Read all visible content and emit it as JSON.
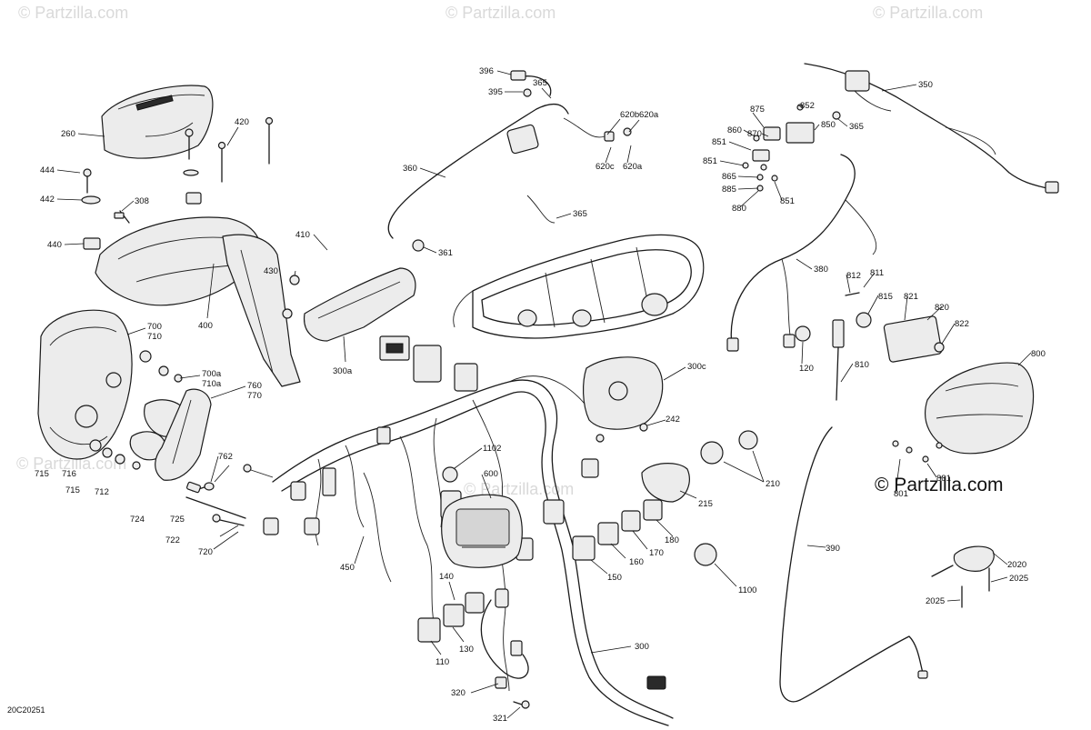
{
  "watermarks": [
    "© Partzilla.com",
    "© Partzilla.com",
    "© Partzilla.com",
    "© Partzilla.com",
    "© Partzilla.com"
  ],
  "brand_mark": "© Partzilla.com",
  "diagram_code": "20C20251",
  "callouts": [
    {
      "id": "c-396",
      "label": "396"
    },
    {
      "id": "c-395",
      "label": "395"
    },
    {
      "id": "c-365a",
      "label": "365"
    },
    {
      "id": "c-620b",
      "label": "620b"
    },
    {
      "id": "c-620a1",
      "label": "620a"
    },
    {
      "id": "c-620c",
      "label": "620c"
    },
    {
      "id": "c-620a2",
      "label": "620a"
    },
    {
      "id": "c-360",
      "label": "360"
    },
    {
      "id": "c-365b",
      "label": "365"
    },
    {
      "id": "c-361",
      "label": "361"
    },
    {
      "id": "c-260",
      "label": "260"
    },
    {
      "id": "c-420",
      "label": "420"
    },
    {
      "id": "c-444",
      "label": "444"
    },
    {
      "id": "c-442",
      "label": "442"
    },
    {
      "id": "c-308",
      "label": "308"
    },
    {
      "id": "c-440",
      "label": "440"
    },
    {
      "id": "c-410",
      "label": "410"
    },
    {
      "id": "c-430",
      "label": "430"
    },
    {
      "id": "c-400",
      "label": "400"
    },
    {
      "id": "c-300a",
      "label": "300a"
    },
    {
      "id": "c-700",
      "label": "700"
    },
    {
      "id": "c-710",
      "label": "710"
    },
    {
      "id": "c-700a",
      "label": "700a"
    },
    {
      "id": "c-710a",
      "label": "710a"
    },
    {
      "id": "c-760",
      "label": "760"
    },
    {
      "id": "c-770",
      "label": "770"
    },
    {
      "id": "c-762",
      "label": "762"
    },
    {
      "id": "c-715a",
      "label": "715"
    },
    {
      "id": "c-716",
      "label": "716"
    },
    {
      "id": "c-715b",
      "label": "715"
    },
    {
      "id": "c-712",
      "label": "712"
    },
    {
      "id": "c-724",
      "label": "724"
    },
    {
      "id": "c-725",
      "label": "725"
    },
    {
      "id": "c-722",
      "label": "722"
    },
    {
      "id": "c-720",
      "label": "720"
    },
    {
      "id": "c-450",
      "label": "450"
    },
    {
      "id": "c-1102",
      "label": "1102"
    },
    {
      "id": "c-600",
      "label": "600"
    },
    {
      "id": "c-140",
      "label": "140"
    },
    {
      "id": "c-130",
      "label": "130"
    },
    {
      "id": "c-110",
      "label": "110"
    },
    {
      "id": "c-150",
      "label": "150"
    },
    {
      "id": "c-160",
      "label": "160"
    },
    {
      "id": "c-170",
      "label": "170"
    },
    {
      "id": "c-180",
      "label": "180"
    },
    {
      "id": "c-215",
      "label": "215"
    },
    {
      "id": "c-210",
      "label": "210"
    },
    {
      "id": "c-1100",
      "label": "1100"
    },
    {
      "id": "c-300",
      "label": "300"
    },
    {
      "id": "c-320",
      "label": "320"
    },
    {
      "id": "c-321",
      "label": "321"
    },
    {
      "id": "c-300c",
      "label": "300c"
    },
    {
      "id": "c-242",
      "label": "242"
    },
    {
      "id": "c-350",
      "label": "350"
    },
    {
      "id": "c-852",
      "label": "852"
    },
    {
      "id": "c-875",
      "label": "875"
    },
    {
      "id": "c-850",
      "label": "850"
    },
    {
      "id": "c-365c",
      "label": "365"
    },
    {
      "id": "c-860",
      "label": "860"
    },
    {
      "id": "c-870",
      "label": "870"
    },
    {
      "id": "c-851a",
      "label": "851"
    },
    {
      "id": "c-851b",
      "label": "851"
    },
    {
      "id": "c-865",
      "label": "865"
    },
    {
      "id": "c-885",
      "label": "885"
    },
    {
      "id": "c-880",
      "label": "880"
    },
    {
      "id": "c-851c",
      "label": "851"
    },
    {
      "id": "c-380",
      "label": "380"
    },
    {
      "id": "c-812",
      "label": "812"
    },
    {
      "id": "c-811",
      "label": "811"
    },
    {
      "id": "c-815",
      "label": "815"
    },
    {
      "id": "c-821",
      "label": "821"
    },
    {
      "id": "c-820",
      "label": "820"
    },
    {
      "id": "c-822",
      "label": "822"
    },
    {
      "id": "c-120",
      "label": "120"
    },
    {
      "id": "c-810",
      "label": "810"
    },
    {
      "id": "c-800",
      "label": "800"
    },
    {
      "id": "c-801",
      "label": "801"
    },
    {
      "id": "c-881",
      "label": "881"
    },
    {
      "id": "c-390",
      "label": "390"
    },
    {
      "id": "c-2020",
      "label": "2020"
    },
    {
      "id": "c-2025a",
      "label": "2025"
    },
    {
      "id": "c-2025b",
      "label": "2025"
    }
  ]
}
